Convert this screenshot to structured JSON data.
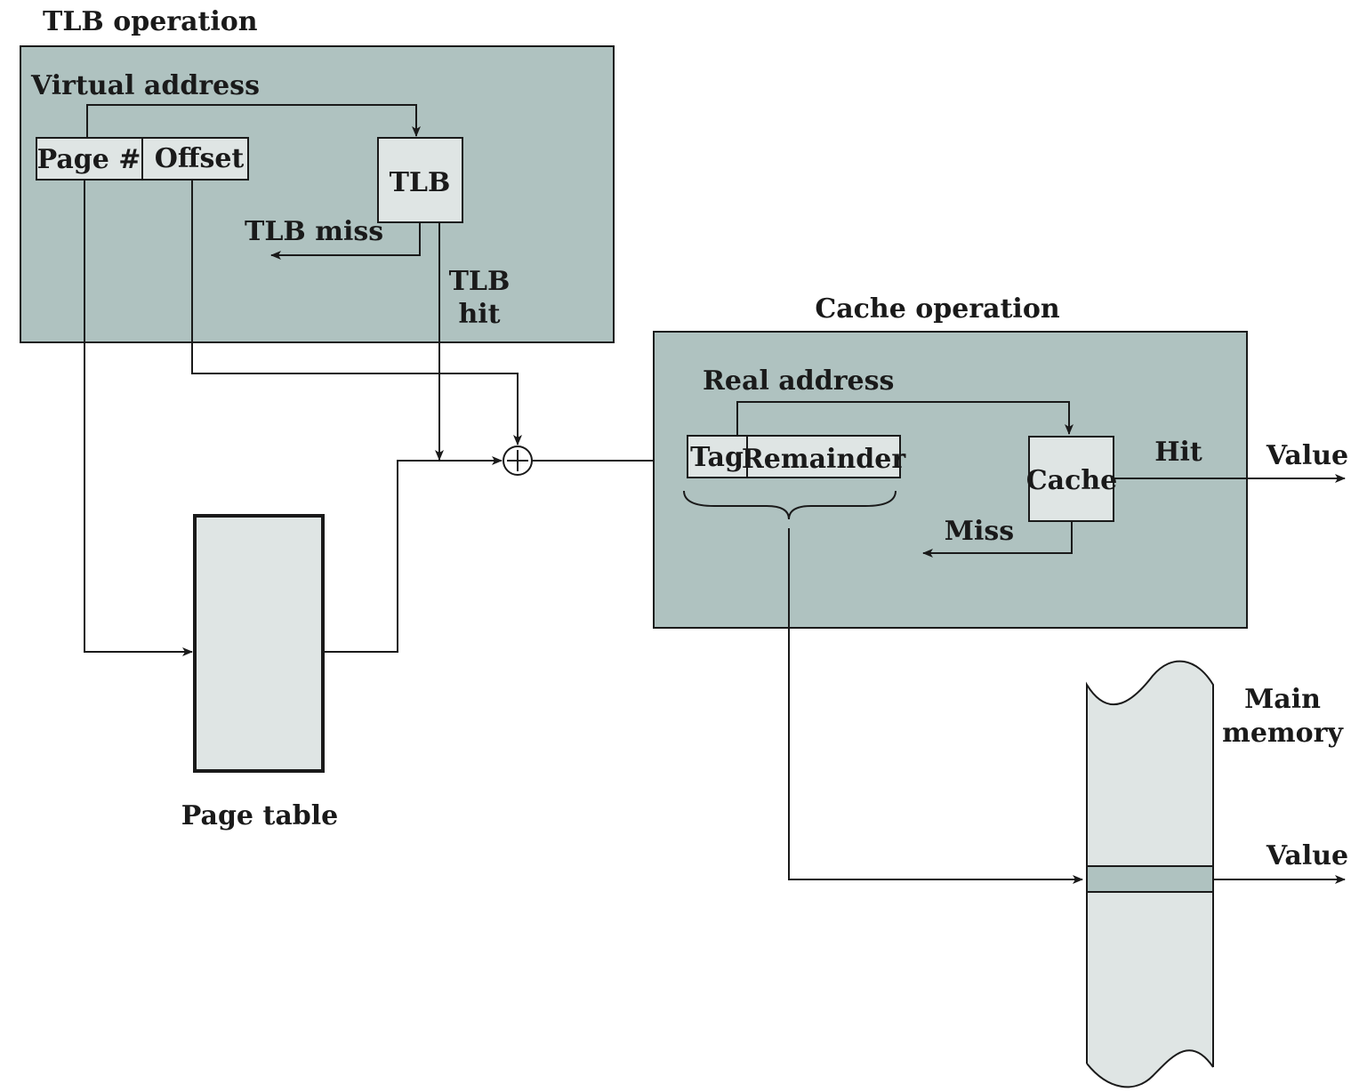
{
  "tlb_section": {
    "title": "TLB operation",
    "virtual_address_label": "Virtual address",
    "page_field": "Page #",
    "offset_field": "Offset",
    "tlb_box": "TLB",
    "tlb_miss": "TLB miss",
    "tlb_hit_line1": "TLB",
    "tlb_hit_line2": "hit"
  },
  "page_table": {
    "label": "Page table"
  },
  "cache_section": {
    "title": "Cache operation",
    "real_address_label": "Real address",
    "tag_field": "Tag",
    "remainder_field": "Remainder",
    "cache_box": "Cache",
    "hit": "Hit",
    "miss": "Miss",
    "value": "Value"
  },
  "main_memory": {
    "label_line1": "Main",
    "label_line2": "memory",
    "value": "Value"
  },
  "colors": {
    "panel_fill": "#afc2c0",
    "box_fill": "#dfe5e4",
    "line": "#1a1a1a"
  }
}
